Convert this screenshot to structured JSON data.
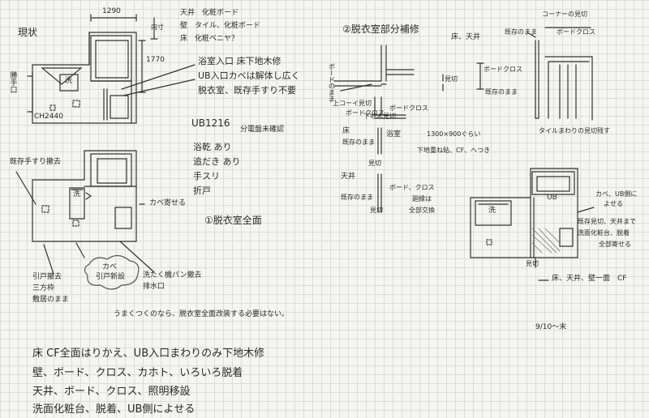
{
  "current": {
    "label": "現状",
    "dim_w": "1290",
    "dim_h": "1770",
    "side": "勝手口",
    "hole_label": "内寸",
    "ch": "CH2440",
    "wash": "洗"
  },
  "finish": {
    "ceiling": "天井　化粧ボード",
    "wall": "壁　タイル、化粧ボード",
    "floor": "床　化粧ベニヤ？"
  },
  "notes": {
    "n1": "浴室入口 床下地木修",
    "n2": "UB入口カベは解体し広く",
    "n3": "脱衣室、既存手すり不要"
  },
  "ub": {
    "model": "UB1216",
    "board": "分電盤未確認",
    "n1": "浴乾 あり",
    "n2": "追だき あり",
    "n3": "手スリ",
    "n4": "折戸"
  },
  "plan2": {
    "remove": "既存手すり撤去",
    "wall": "カベ寄せる",
    "wash": "洗",
    "title": "①脱衣室全面"
  },
  "plan2_notes": {
    "a1": "引戸撤去",
    "a2": "三方枠",
    "a3": "敷居のまま",
    "b1": "カベ",
    "b2": "引戸新設",
    "c1": "洗たく機パン撤去",
    "c2": "排水口",
    "d": "うまくつくのなら、脱衣室全面改装する必要はない。"
  },
  "section": {
    "title": "②脱衣室部分補修",
    "floor_ceiling": "床、天井",
    "keep1": "ボードのまま",
    "keep2": "ボードクロス",
    "mikiri": "見切",
    "mikiri2": "見切",
    "kesho": "既存のまま",
    "kamoi": "上コーイ見切",
    "bottom1": "ボードクロス",
    "bottom2": "ボードクロス",
    "bottom3": "下地木見切",
    "bath1": "浴室",
    "floor_label": "床",
    "floor_keep": "既存のまま",
    "size": "1300×900ぐらい",
    "cf": "下地重ね貼、CF、へつき",
    "ceil2": "天井",
    "keep3": "既存のまま",
    "mikiri3": "見切",
    "board_cross": "ボード、クロス",
    "redo": "廻縁は",
    "redo2": "全部交換"
  },
  "corner": {
    "title": "コーナーの見切",
    "keep": "既存のまま",
    "board": "ボードクロス",
    "tile": "タイルまわりの見切残す"
  },
  "plan3": {
    "ub": "UB",
    "wash": "洗",
    "wall": "カベ、UB側に",
    "wall2": "よせる",
    "ext1": "既存見切、天井まで",
    "ext2": "洗面化粧台、脱着",
    "ext3": "全部寄せる",
    "mikiri": "見切",
    "floor": "床、天井、壁一面　CF"
  },
  "date": "9/10～末",
  "bottom": {
    "l1": "床 CF全面はりかえ、UB入口まわりのみ下地木修",
    "l2": "壁、ボード、クロス、カホト、いろいろ脱着",
    "l3": "天井、ボード、クロス、照明移設",
    "l4": "洗面化粧台、脱着、UB側によせる"
  }
}
